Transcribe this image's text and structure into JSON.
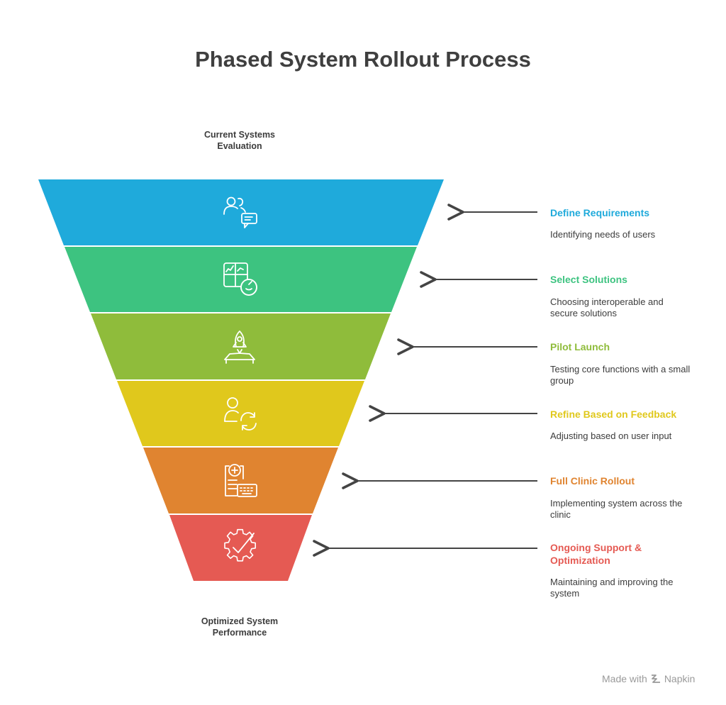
{
  "title": "Phased System Rollout Process",
  "top_caption": "Current Systems\nEvaluation",
  "bottom_caption": "Optimized System\nPerformance",
  "steps": [
    {
      "title": "Define Requirements",
      "description": "Identifying needs of users",
      "color": "#1faadb",
      "icon": "users-chat-icon"
    },
    {
      "title": "Select Solutions",
      "description": "Choosing interoperable and secure solutions",
      "color": "#3dc380",
      "icon": "dashboard-compass-icon"
    },
    {
      "title": "Pilot Launch",
      "description": "Testing core functions with a small group",
      "color": "#8fbc3b",
      "icon": "rocket-launch-icon"
    },
    {
      "title": "Refine Based on Feedback",
      "description": "Adjusting based on user input",
      "color": "#e0c81c",
      "icon": "user-refresh-icon"
    },
    {
      "title": "Full Clinic Rollout",
      "description": "Implementing system across the clinic",
      "color": "#e08430",
      "icon": "medical-report-icon"
    },
    {
      "title": "Ongoing Support & Optimization",
      "description": "Maintaining and improving the system",
      "color": "#e55a53",
      "icon": "gear-check-icon"
    }
  ],
  "footer": {
    "made_with": "Made with",
    "brand": "Napkin"
  }
}
